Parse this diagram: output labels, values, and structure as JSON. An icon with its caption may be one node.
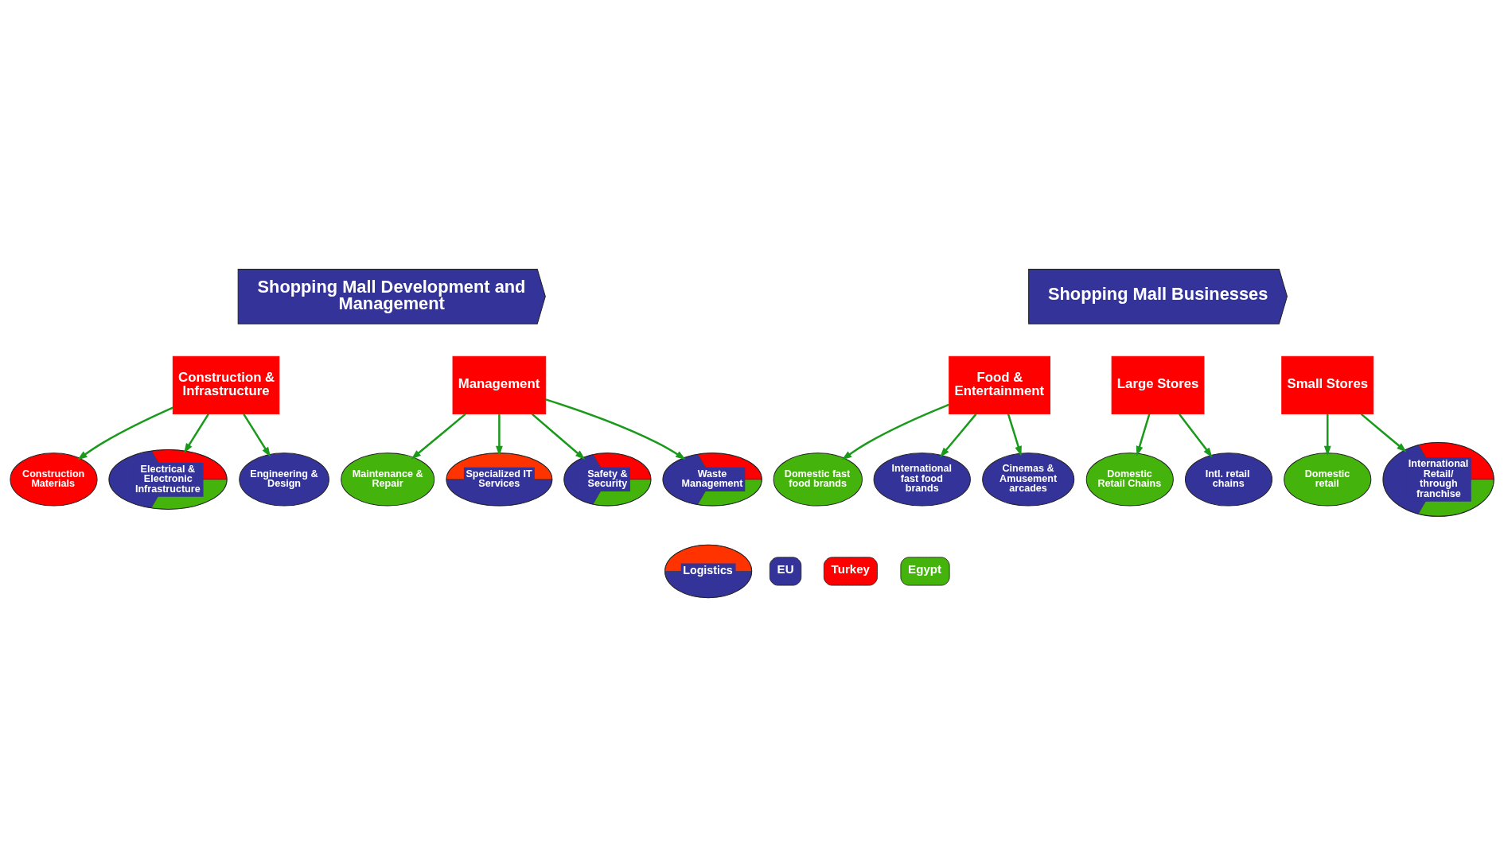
{
  "diagram": {
    "nodes": [
      {
        "text": [
          "Shopping Mall Development and Management"
        ]
      },
      {
        "text": [
          "Shopping Mall Businesses"
        ]
      },
      {
        "text": [
          "Construction & Infrastructure"
        ]
      },
      {
        "text": [
          "Management"
        ]
      },
      {
        "text": [
          "Food & Entertainment"
        ]
      },
      {
        "text": [
          "Large Stores"
        ]
      },
      {
        "text": [
          "Small Stores"
        ]
      },
      {
        "text": [
          "Construction Materials"
        ]
      },
      {
        "text": [
          "Electrical & Electronic Infrastructure"
        ]
      },
      {
        "text": [
          "Engineering & Design"
        ]
      },
      {
        "text": [
          "Maintenance & Repair"
        ]
      },
      {
        "text": [
          "Specialized IT Services"
        ]
      },
      {
        "text": [
          "Safety & Security"
        ]
      },
      {
        "text": [
          "Waste Management"
        ]
      },
      {
        "text": [
          "Domestic fast food brands"
        ]
      },
      {
        "text": [
          "International fast food brands"
        ]
      },
      {
        "text": [
          "Cinemas & Amusement arcades"
        ]
      },
      {
        "text": [
          "Domestic Retail Chains"
        ]
      },
      {
        "text": [
          "Intl. retail chains"
        ]
      },
      {
        "text": [
          "Domestic retail"
        ]
      },
      {
        "text": [
          "International Retail/ through franchise"
        ]
      },
      {
        "text": [
          "Logistics"
        ]
      }
    ],
    "edges": [
      {
        "from": 2,
        "to": 7,
        "arrow": "to"
      },
      {
        "from": 2,
        "to": 8,
        "arrow": "to"
      },
      {
        "from": 2,
        "to": 9,
        "arrow": "to"
      },
      {
        "from": 3,
        "to": 10,
        "arrow": "to"
      },
      {
        "from": 3,
        "to": 11,
        "arrow": "to"
      },
      {
        "from": 3,
        "to": 13,
        "arrow": "to"
      },
      {
        "from": 3,
        "to": 12,
        "arrow": "to"
      },
      {
        "from": 4,
        "to": 14,
        "arrow": "to"
      },
      {
        "from": 4,
        "to": 16,
        "arrow": "to"
      },
      {
        "from": 4,
        "to": 15,
        "arrow": "to"
      },
      {
        "from": 5,
        "to": 17,
        "arrow": "to"
      },
      {
        "from": 5,
        "to": 18,
        "arrow": "to"
      },
      {
        "from": 6,
        "to": 20,
        "arrow": "to"
      },
      {
        "from": 6,
        "to": 19,
        "arrow": "to"
      }
    ],
    "legend": [
      {
        "text": "EU",
        "color": "#333399"
      },
      {
        "text": "Turkey",
        "color": "#ff0000"
      },
      {
        "text": "Egypt",
        "color": "#44b40c"
      }
    ]
  }
}
